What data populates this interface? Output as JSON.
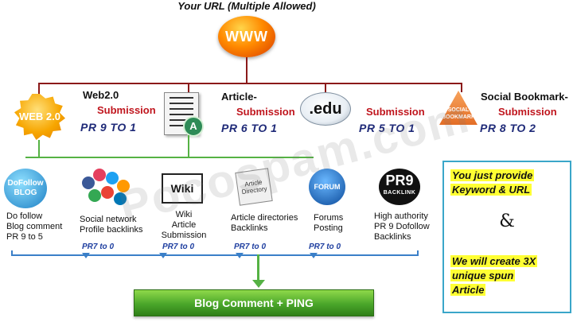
{
  "header": {
    "title": "Your URL (Multiple Allowed)",
    "www_label": "WWW"
  },
  "top_nodes": [
    {
      "title": "Web2.0",
      "sub": "Submission",
      "pr": "PR 9 TO 1",
      "icon": "web20-badge-icon",
      "icon_text": "WEB 2.0"
    },
    {
      "title": "Article-",
      "sub": "Submission",
      "pr": "PR 6 TO 1",
      "icon": "article-document-icon",
      "icon_text": "A"
    },
    {
      "title": "",
      "sub": "Submission",
      "pr": "PR 5 TO 1",
      "icon": "edu-icon",
      "icon_text": ".edu"
    },
    {
      "title": "Social Bookmark-",
      "sub": "Submission",
      "pr": "PR 8 TO 2",
      "icon": "social-bookmark-icon",
      "icon_text": "SOCIAL BOOKMARK"
    }
  ],
  "sub_nodes": [
    {
      "label": "Do follow\nBlog comment\nPR 9 to 5",
      "icon_text": "DoFollow BLOG"
    },
    {
      "label": "Social network\nProfile backlinks",
      "pr": "PR7 to 0"
    },
    {
      "label": "Wiki\nArticle\nSubmission",
      "pr": "PR7 to 0",
      "icon_text": "Wiki"
    },
    {
      "label": "Article directories\nBacklinks",
      "pr": "PR7 to 0",
      "icon_text": "Article Directory"
    },
    {
      "label": "Forums\nPosting",
      "pr": "PR7 to 0",
      "icon_text": "FORUM"
    },
    {
      "label": "High authority\nPR 9 Dofollow\nBacklinks",
      "icon_text": "PR9",
      "icon_small": "BACKLINK"
    }
  ],
  "cta": {
    "label": "Blog Comment + PING"
  },
  "panel": {
    "line1": "You just provide",
    "line2": "Keyword & URL",
    "amp": "&",
    "line3": "We will create 3X",
    "line4": "unique spun",
    "line5": "Article"
  },
  "watermark": "Pocospam.com",
  "colors": {
    "connector": "#8b1a1a",
    "pr_text": "#1f2a78",
    "submission_text": "#c0161e",
    "cta_green": "#4aa62a",
    "highlight": "#ffff33",
    "panel_border": "#3aa6c9"
  }
}
